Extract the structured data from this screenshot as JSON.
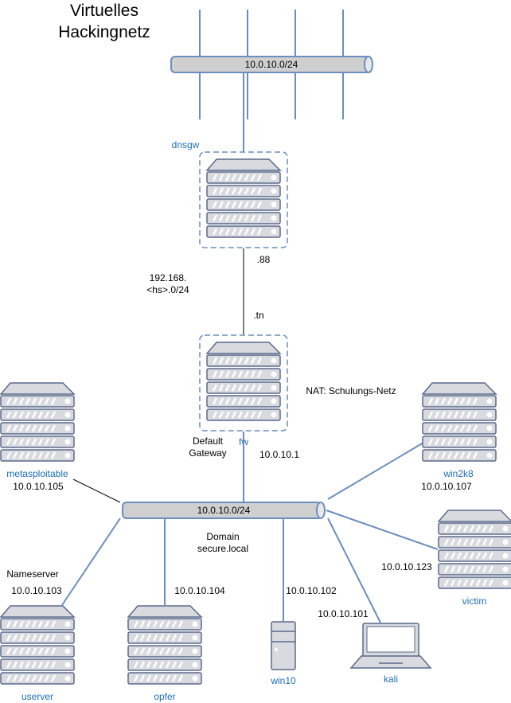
{
  "title_lines": [
    "Virtuelles",
    "Hackingnetz"
  ],
  "networks": {
    "top_bus": "10.0.10.0/24",
    "main_bus": "10.0.10.0/24"
  },
  "nodes": {
    "dnsgw": "dnsgw",
    "fw": "fw",
    "metasploitable": "metasploitable",
    "win2k8": "win2k8",
    "victim": "victim",
    "userver": "userver",
    "opfer": "opfer",
    "win10": "win10",
    "kali": "kali"
  },
  "labels": {
    "dot88": ".88",
    "dottn": ".tn",
    "subnet_1": "192.168.",
    "subnet_2": "<hs>.0/24",
    "nat": "NAT: Schulungs-Netz",
    "default_gw_1": "Default",
    "default_gw_2": "Gateway",
    "fw_ip": "10.0.10.1",
    "metasploitable_ip": "10.0.10.105",
    "win2k8_ip": "10.0.10.107",
    "victim_ip": "10.0.10.123",
    "domain_1": "Domain",
    "domain_2": "secure.local",
    "nameserver": "Nameserver",
    "userver_ip": "10.0.10.103",
    "opfer_ip": "10.0.10.104",
    "win10_ip": "10.0.10.102",
    "kali_ip": "10.0.10.101"
  },
  "colors": {
    "line": "#6c8ebf",
    "device_fill": "#d8dae0",
    "device_stroke": "#5a6a8a",
    "link_blue": "#1f6fb8",
    "dashed": "#6c8ebf"
  }
}
